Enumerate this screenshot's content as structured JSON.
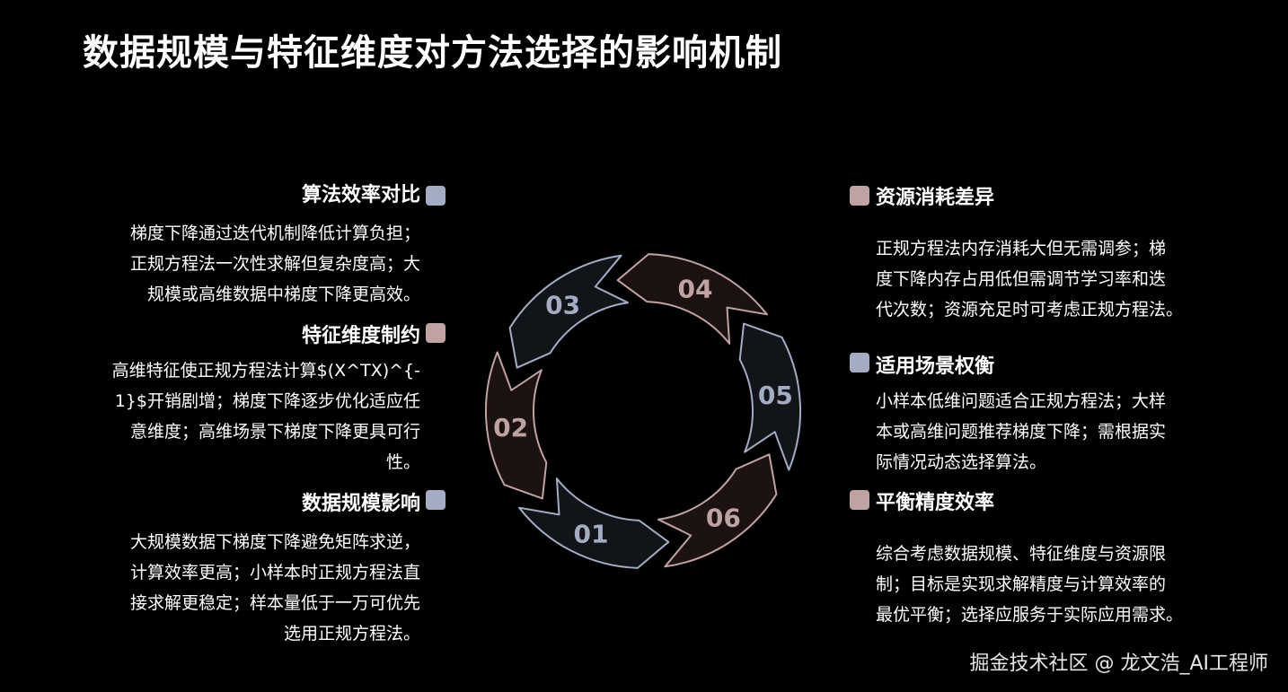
{
  "title": "数据规模与特征维度对方法选择的影响机制",
  "colors": {
    "background": "#000000",
    "blue_accent": "#a3acc2",
    "rose_accent": "#bfa2a2",
    "blue_fill": "#111419",
    "rose_fill": "#1c1212"
  },
  "cycle": {
    "segments": [
      {
        "label": "01",
        "tone": "blue"
      },
      {
        "label": "02",
        "tone": "rose"
      },
      {
        "label": "03",
        "tone": "blue"
      },
      {
        "label": "04",
        "tone": "rose"
      },
      {
        "label": "05",
        "tone": "blue"
      },
      {
        "label": "06",
        "tone": "rose"
      }
    ]
  },
  "left_items": [
    {
      "heading": "算法效率对比",
      "tone": "blue",
      "lines": [
        "梯度下降通过迭代机制降低计算负担；",
        "正规方程法一次性求解但复杂度高；大",
        "规模或高维数据中梯度下降更高效。"
      ]
    },
    {
      "heading": "特征维度制约",
      "tone": "rose",
      "lines": [
        "高维特征使正规方程法计算$(X^TX)^{-",
        "1}$开销剧增；梯度下降逐步优化适应任",
        "意维度；高维场景下梯度下降更具可行",
        "性。"
      ]
    },
    {
      "heading": "数据规模影响",
      "tone": "blue",
      "lines": [
        "大规模数据下梯度下降避免矩阵求逆，",
        "计算效率更高；小样本时正规方程法直",
        "接求解更稳定；样本量低于一万可优先",
        "选用正规方程法。"
      ]
    }
  ],
  "right_items": [
    {
      "heading": "资源消耗差异",
      "tone": "rose",
      "lines": [
        "正规方程法内存消耗大但无需调参；梯",
        "度下降内存占用低但需调节学习率和迭",
        "代次数；资源充足时可考虑正规方程法。"
      ]
    },
    {
      "heading": "适用场景权衡",
      "tone": "blue",
      "lines": [
        "小样本低维问题适合正规方程法；大样",
        "本或高维问题推荐梯度下降；需根据实",
        "际情况动态选择算法。"
      ]
    },
    {
      "heading": "平衡精度效率",
      "tone": "rose",
      "lines": [
        "综合考虑数据规模、特征维度与资源限",
        "制；目标是实现求解精度与计算效率的",
        "最优平衡；选择应服务于实际应用需求。"
      ]
    }
  ],
  "footer": "掘金技术社区 @ 龙文浩_AI工程师"
}
